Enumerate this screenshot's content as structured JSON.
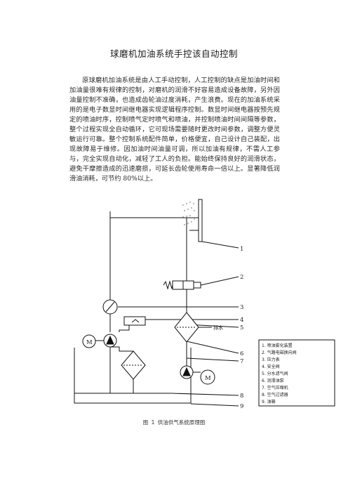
{
  "document": {
    "title": "球磨机加油系统手控该自动控制",
    "paragraph": "原球磨机加油系统是由人工手动控制，人工控制的缺点是加油时间和加油量很难有规律的控制，对磨机的润滑不好容易造成设备故障，另外因油量控制不准确，也造成齿轮油过度消耗，产生浪费。现在的加油系统采用的是电子数显时间继电器实现逻辑程序控制。数显时间继电器按预先规定的喷油时序，控制喷气定时喷气和喷油，并控制喷油时间间隔等参数，整个过程实现全自动循环，它可现场需要随时更改时间参数，调整方便灵敏运行可靠。整个控制系统配件简单，价格便宜，自己设计自己装配，出现故障易于维修。因加油时间油量可调，所以加油有规律，不需人工参与，完全实现自动化，减轻了工人的负担。能始终保持良好的润滑状态，避免干摩擦造成的迅速磨损，可延长齿轮使用寿命一倍以上。显著降低润滑油消耗，可节约 80%以上。",
    "caption": "图 1   供油供气系统原理图"
  },
  "diagram": {
    "callouts": [
      "1",
      "2",
      "3",
      "4",
      "5",
      "6",
      "7",
      "8",
      "9"
    ],
    "drain_label": "排水",
    "legend": [
      "1. 喷油雾化装置",
      "2. 气路电磁换向阀",
      "3. 压力表",
      "4. 安全阀",
      "5. 分水滤气阀",
      "6. 润滑油泵",
      "7. 空气压缩机",
      "8. 空气过滤器",
      "9. 油箱"
    ],
    "motor_labels": [
      "M",
      "M"
    ]
  }
}
